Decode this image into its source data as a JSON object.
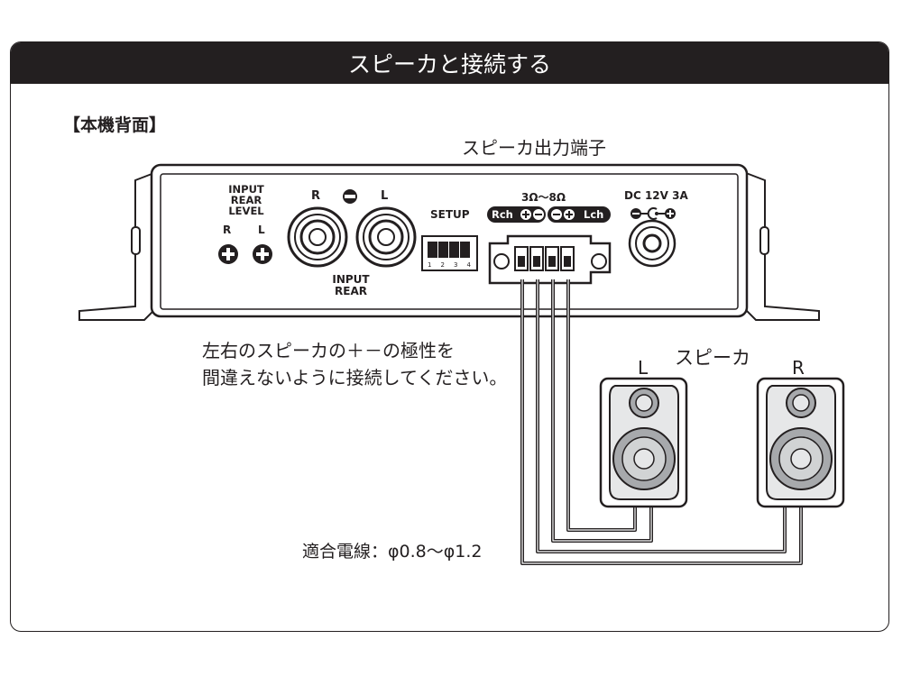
{
  "title": "スピーカと接続する",
  "section_label": "【本機背面】",
  "output_label": "スピーカ出力端子",
  "panel": {
    "input_rear_level": "INPUT\nREAR\nLEVEL",
    "level_r": "R",
    "level_l": "L",
    "rca_r": "R",
    "rca_l": "L",
    "input_rear": "INPUT\nREAR",
    "setup": "SETUP",
    "dip_numbers": [
      "1",
      "2",
      "3",
      "4"
    ],
    "impedance": "3Ω〜8Ω",
    "rch": "Rch",
    "lch": "Lch",
    "dc": "DC 12V 3A"
  },
  "note_line1": "左右のスピーカの＋－の極性を",
  "note_line2": "間違えないように接続してください。",
  "speakers_label": "スピーカ",
  "speaker_l": "L",
  "speaker_r": "R",
  "wire_label": "適合電線：φ0.8〜φ1.2",
  "colors": {
    "title_bg": "#231f20",
    "speaker_cone": "#a7a9ac",
    "speaker_body": "#e6e7e8"
  }
}
